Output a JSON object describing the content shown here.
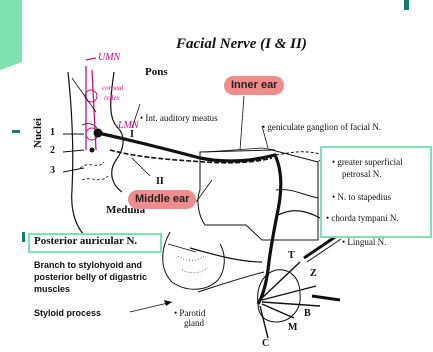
{
  "title": "Facial Nerve (I & II)",
  "colors": {
    "accent_green": "#7fe0b0",
    "pill_red": "#f08c8c",
    "ink": "#111111",
    "annotation": "#c0138a"
  },
  "labels": {
    "pons": "Pons",
    "nuclei": "Nuclei",
    "medulla": "Medulla",
    "int_auditory_meatus": "• Int. auditory meatus",
    "roman_one": "I",
    "roman_two": "II",
    "num_1": "1",
    "num_2": "2",
    "num_3": "3",
    "geniculate": "• geniculate ganglion of facial N.",
    "inner_ear": "Inner ear",
    "middle_ear": "Middle ear",
    "greater_superficial_1": "• greater superficial",
    "greater_superficial_2": "petrosal N.",
    "n_to_stapedius": "• N. to stapedius",
    "chorda_tympani": "• chorda tympani N.",
    "lingual": "• Lingual N.",
    "posterior_auricular": "Posterior auricular N.",
    "branch_1": "Branch to stylohyoid and",
    "branch_2": "posterior belly of digastric",
    "branch_3": "muscles",
    "styloid": "Styloid process",
    "parotid_1": "• Parotid",
    "parotid_2": "gland",
    "letter_t": "T",
    "letter_z": "Z",
    "letter_b": "B",
    "letter_m": "M",
    "letter_c": "C"
  },
  "handwriting": {
    "umn": "UMN",
    "lmn": "LMN",
    "note_1": "corneal",
    "note_2": "reflex",
    "circle_1": "①",
    "circle_2": "②"
  }
}
